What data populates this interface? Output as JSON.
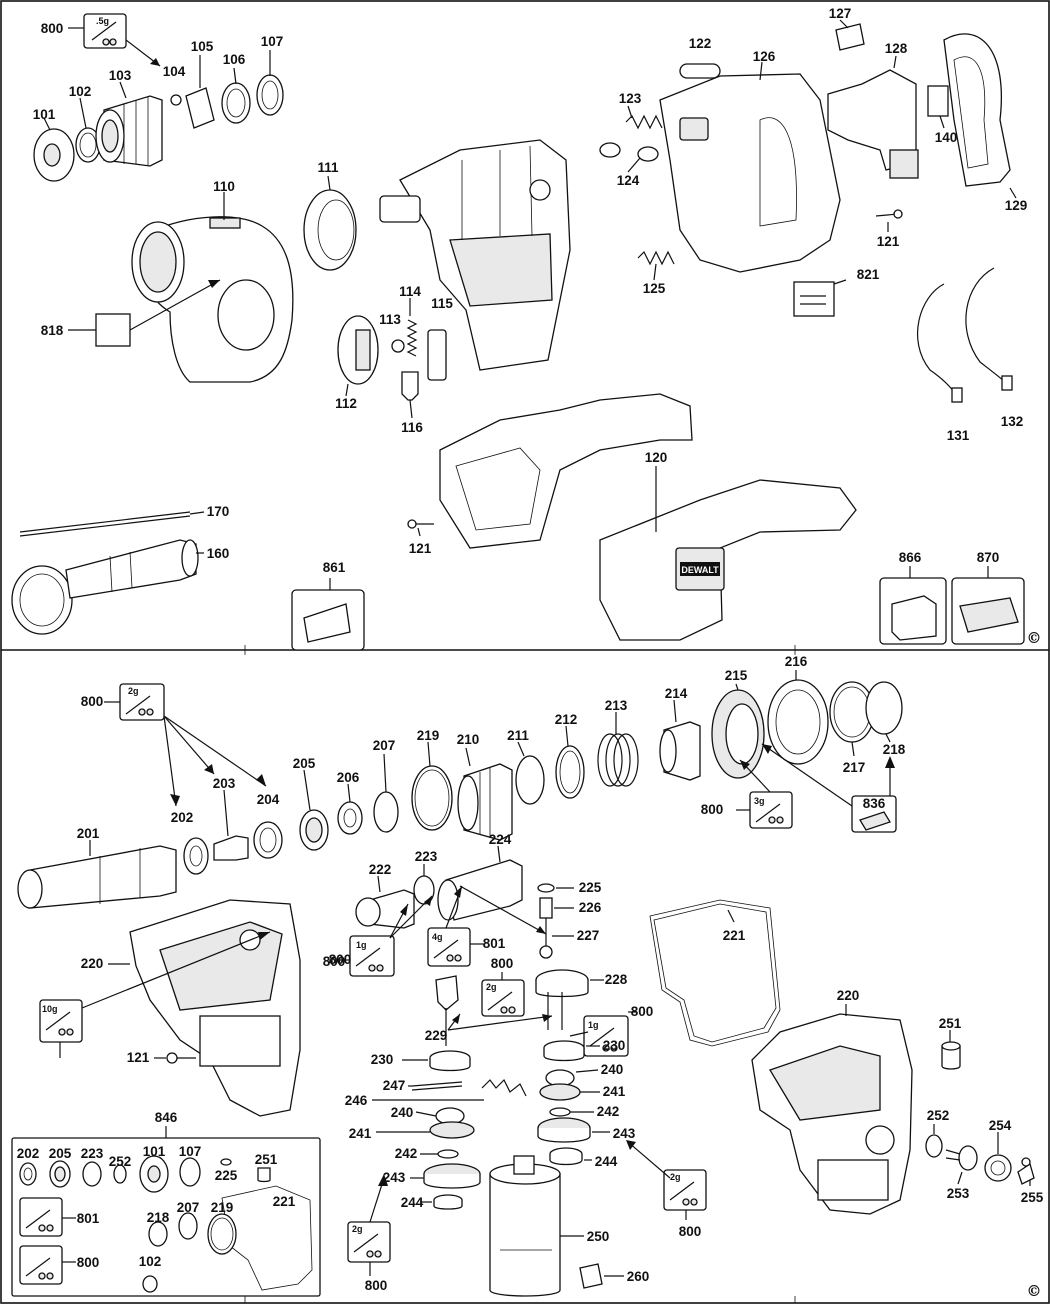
{
  "diagram": {
    "brand_label": "DEWALT",
    "copyright_mark": "©",
    "upper_labels": [
      "800",
      ".5g",
      "101",
      "102",
      "103",
      "104",
      "105",
      "106",
      "107",
      "110",
      "111",
      "112",
      "113",
      "114",
      "115",
      "116",
      "818",
      "120",
      "121",
      "121",
      "122",
      "123",
      "124",
      "125",
      "126",
      "127",
      "128",
      "129",
      "131",
      "132",
      "140",
      "821",
      "170",
      "160",
      "861",
      "866",
      "870"
    ],
    "lower_labels": [
      "800",
      "2g",
      "201",
      "202",
      "203",
      "204",
      "205",
      "206",
      "207",
      "219",
      "210",
      "211",
      "212",
      "213",
      "214",
      "215",
      "216",
      "217",
      "218",
      "800",
      "3g",
      "836",
      "220",
      "800",
      "10g",
      "121",
      "222",
      "223",
      "224",
      "800",
      "1g",
      "4g",
      "801",
      "225",
      "226",
      "227",
      "221",
      "800",
      "2g",
      "228",
      "229",
      "1g",
      "800",
      "230",
      "230",
      "247",
      "240",
      "246",
      "241",
      "240",
      "242",
      "241",
      "242",
      "243",
      "243",
      "244",
      "244",
      "250",
      "260",
      "2g",
      "800",
      "2g",
      "800",
      "220",
      "251",
      "252",
      "253",
      "254",
      "255",
      "846"
    ],
    "kit_labels": [
      "202",
      "205",
      "223",
      "252",
      "101",
      "107",
      "225",
      "251",
      "221",
      "801",
      "218",
      "207",
      "219",
      "800",
      "102"
    ]
  }
}
